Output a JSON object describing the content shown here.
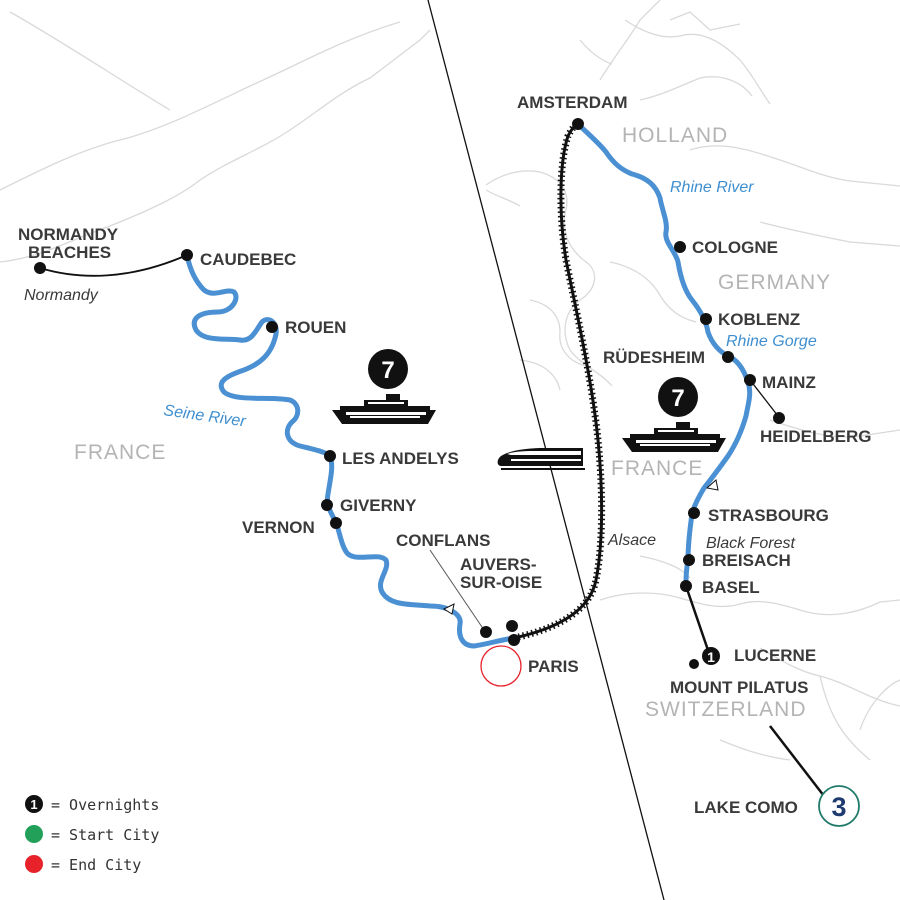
{
  "colors": {
    "river": "#4a90d2",
    "route": "#111111",
    "border": "#dcdcdc",
    "start": "#22a05a",
    "end": "#e8222b",
    "lake_como_ring": "#1f7a6a",
    "lake_como_number": "#1e3a6e"
  },
  "countries": {
    "france_left": "FRANCE",
    "france_right": "FRANCE",
    "holland": "HOLLAND",
    "germany": "GERMANY",
    "switzerland": "SWITZERLAND"
  },
  "rivers": {
    "seine": "Seine River",
    "rhine": "Rhine River",
    "rhine_gorge": "Rhine Gorge"
  },
  "regions": {
    "normandy": "Normandy",
    "alsace": "Alsace",
    "black_forest": "Black Forest"
  },
  "cities": {
    "normandy_beaches_line1": "NORMANDY",
    "normandy_beaches_line2": "BEACHES",
    "caudebec": "CAUDEBEC",
    "rouen": "ROUEN",
    "les_andelys": "LES ANDELYS",
    "giverny": "GIVERNY",
    "vernon": "VERNON",
    "conflans": "CONFLANS",
    "auvers_line1": "AUVERS-",
    "auvers_line2": "SUR-OISE",
    "paris": "PARIS",
    "amsterdam": "AMSTERDAM",
    "cologne": "COLOGNE",
    "koblenz": "KOBLENZ",
    "rudesheim": "RÜDESHEIM",
    "mainz": "MAINZ",
    "heidelberg": "HEIDELBERG",
    "strasbourg": "STRASBOURG",
    "breisach": "BREISACH",
    "basel": "BASEL",
    "lucerne": "LUCERNE",
    "mount_pilatus": "MOUNT PILATUS",
    "lake_como": "LAKE COMO"
  },
  "overnights": {
    "seine_cruise": "7",
    "rhine_cruise": "7",
    "lucerne": "1",
    "lake_como": "3"
  },
  "legend": [
    {
      "symbol": "1",
      "label": "= Overnights",
      "color": "#111111"
    },
    {
      "symbol": "",
      "label": "= Start City",
      "color": "#22a05a"
    },
    {
      "symbol": "",
      "label": "= End City",
      "color": "#e8222b"
    }
  ],
  "icons": [
    "river-ship-icon",
    "river-ship-icon",
    "train-icon"
  ]
}
